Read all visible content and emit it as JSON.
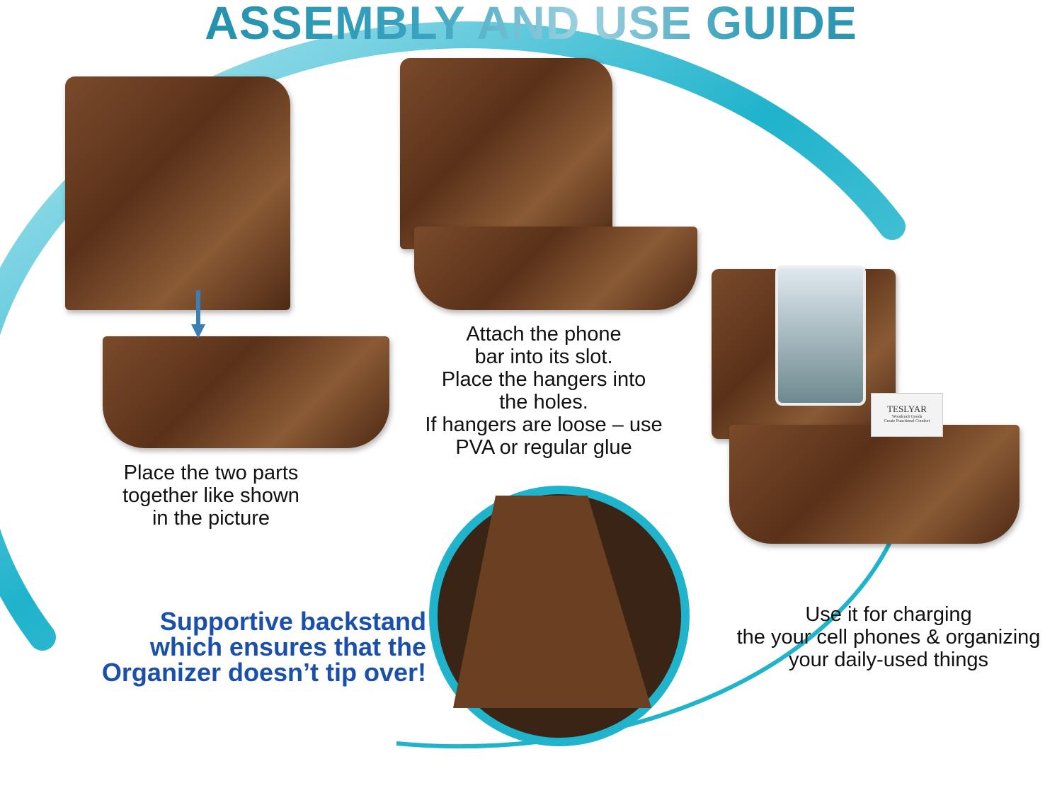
{
  "title": "ASSEMBLY AND USE GUIDE",
  "steps": [
    {
      "caption": "Place the two parts\ntogether like shown\nin the picture"
    },
    {
      "caption": "Attach the phone\nbar into its slot.\nPlace the hangers into\nthe holes.\nIf hangers are loose – use\nPVA or regular glue"
    },
    {
      "caption": "Use it for charging\nthe your cell phones & organizing\nyour daily-used things"
    }
  ],
  "backstand_note": "Supportive backstand\nwhich ensures that the\nOrganizer doesn’t tip over!",
  "product_card": {
    "brand": "TESLYAR",
    "line1": "Woodcraft Goods",
    "line2": "Create Functional Comfort"
  },
  "colors": {
    "accent": "#1fb3cc",
    "note": "#1a4faa",
    "wood": "#5a3219"
  }
}
